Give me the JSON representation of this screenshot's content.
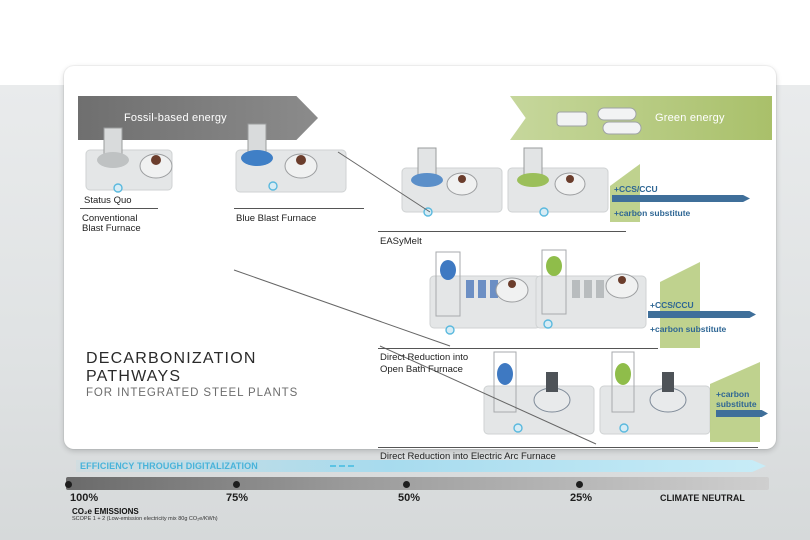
{
  "banners": {
    "fossil": "Fossil-based energy",
    "green": "Green energy"
  },
  "pathways": {
    "status_quo": "Status Quo",
    "conventional": "Conventional",
    "blast_furnace": "Blast Furnace",
    "blue_blast": "Blue Blast Furnace",
    "easymelt": "EASyMelt",
    "dr_obf_line1": "Direct Reduction into",
    "dr_obf_line2": "Open Bath Furnace",
    "dr_eaf": "Direct Reduction into Electric Arc Furnace"
  },
  "add_ons": {
    "ccs1": "+CCS/CCU",
    "carbon1": "+carbon substitute",
    "ccs2": "+CCS/CCU",
    "carbon2": "+carbon substitute",
    "carbon3_line1": "+carbon",
    "carbon3_line2": "substitute"
  },
  "heading": {
    "line1": "DECARBONIZATION",
    "line2": "PATHWAYS",
    "sub": "FOR INTEGRATED STEEL PLANTS"
  },
  "efficiency": "EFFICIENCY THROUGH DIGITALIZATION",
  "scale": {
    "p100": "100%",
    "p75": "75%",
    "p50": "50%",
    "p25": "25%",
    "neutral": "CLIMATE NEUTRAL"
  },
  "emissions": {
    "title": "CO₂e EMISSIONS",
    "scope": "SCOPE 1 + 2 (Low-emission electricity mix 80g CO₂e/KWh)"
  },
  "colors": {
    "fossil": "#7d7d7d",
    "green": "#b6cb7f",
    "accent_blue": "#3f6f9a",
    "digital": "#48b3da"
  }
}
